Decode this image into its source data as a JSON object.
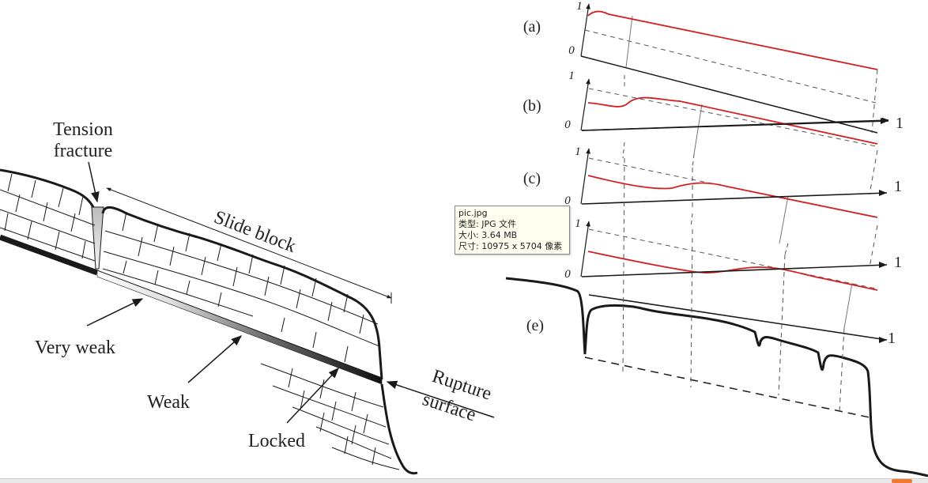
{
  "left": {
    "labels": {
      "tension": "Tension",
      "fracture": "fracture",
      "slide_block": "Slide block",
      "very_weak": "Very weak",
      "weak": "Weak",
      "locked": "Locked",
      "rupture": "Rupture",
      "surface": "surface"
    }
  },
  "right": {
    "panels": [
      {
        "id": "(a)",
        "y_top": "1",
        "y_zero": "0",
        "x_end": ""
      },
      {
        "id": "(b)",
        "y_top": "1",
        "y_zero": "0",
        "x_end": "1"
      },
      {
        "id": "(c)",
        "y_top": "1",
        "y_zero": "0",
        "x_end": "1"
      },
      {
        "id": "",
        "y_top": "1",
        "y_zero": "0",
        "x_end": "1"
      }
    ],
    "label_e": "(e)",
    "label_e_axis": "1"
  },
  "tooltip": {
    "line1": "pic.jpg",
    "line2": "类型: JPG 文件",
    "line3": "大小: 3.64 MB",
    "line4": "尺寸: 10975 x 5704 像素"
  },
  "colors": {
    "curve": "#d42020",
    "ink": "#1a1a1a",
    "accent": "#f07830"
  }
}
